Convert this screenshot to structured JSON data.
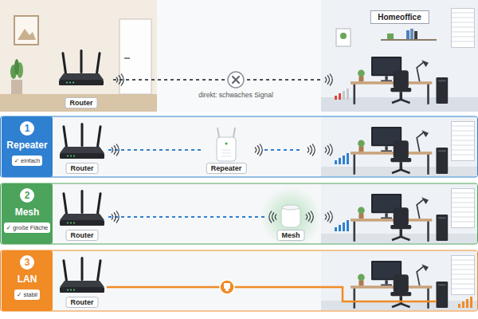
{
  "diagram": {
    "nodes": [
      {
        "text": [
          "Router"
        ]
      },
      {
        "text": [
          "Homeoffice"
        ]
      },
      {
        "text": [
          "1",
          "Repeater",
          "✓ einfach"
        ]
      },
      {
        "text": [
          "Router"
        ]
      },
      {
        "text": [
          "Repeater"
        ]
      },
      {
        "text": [
          "2",
          "Mesh",
          "✓ große Fläche"
        ]
      },
      {
        "text": [
          "Router"
        ]
      },
      {
        "text": [
          "Mesh"
        ]
      },
      {
        "text": [
          "3",
          "LAN",
          "✓ stabil"
        ]
      },
      {
        "text": [
          "Router"
        ]
      }
    ],
    "edges": [
      {
        "from": 0,
        "to": 1,
        "label": "direkt: schwaches Signal",
        "arrow": "none"
      },
      {
        "from": 3,
        "to": 4,
        "arrow": "none"
      },
      {
        "from": 6,
        "to": 7,
        "arrow": "none"
      }
    ]
  }
}
